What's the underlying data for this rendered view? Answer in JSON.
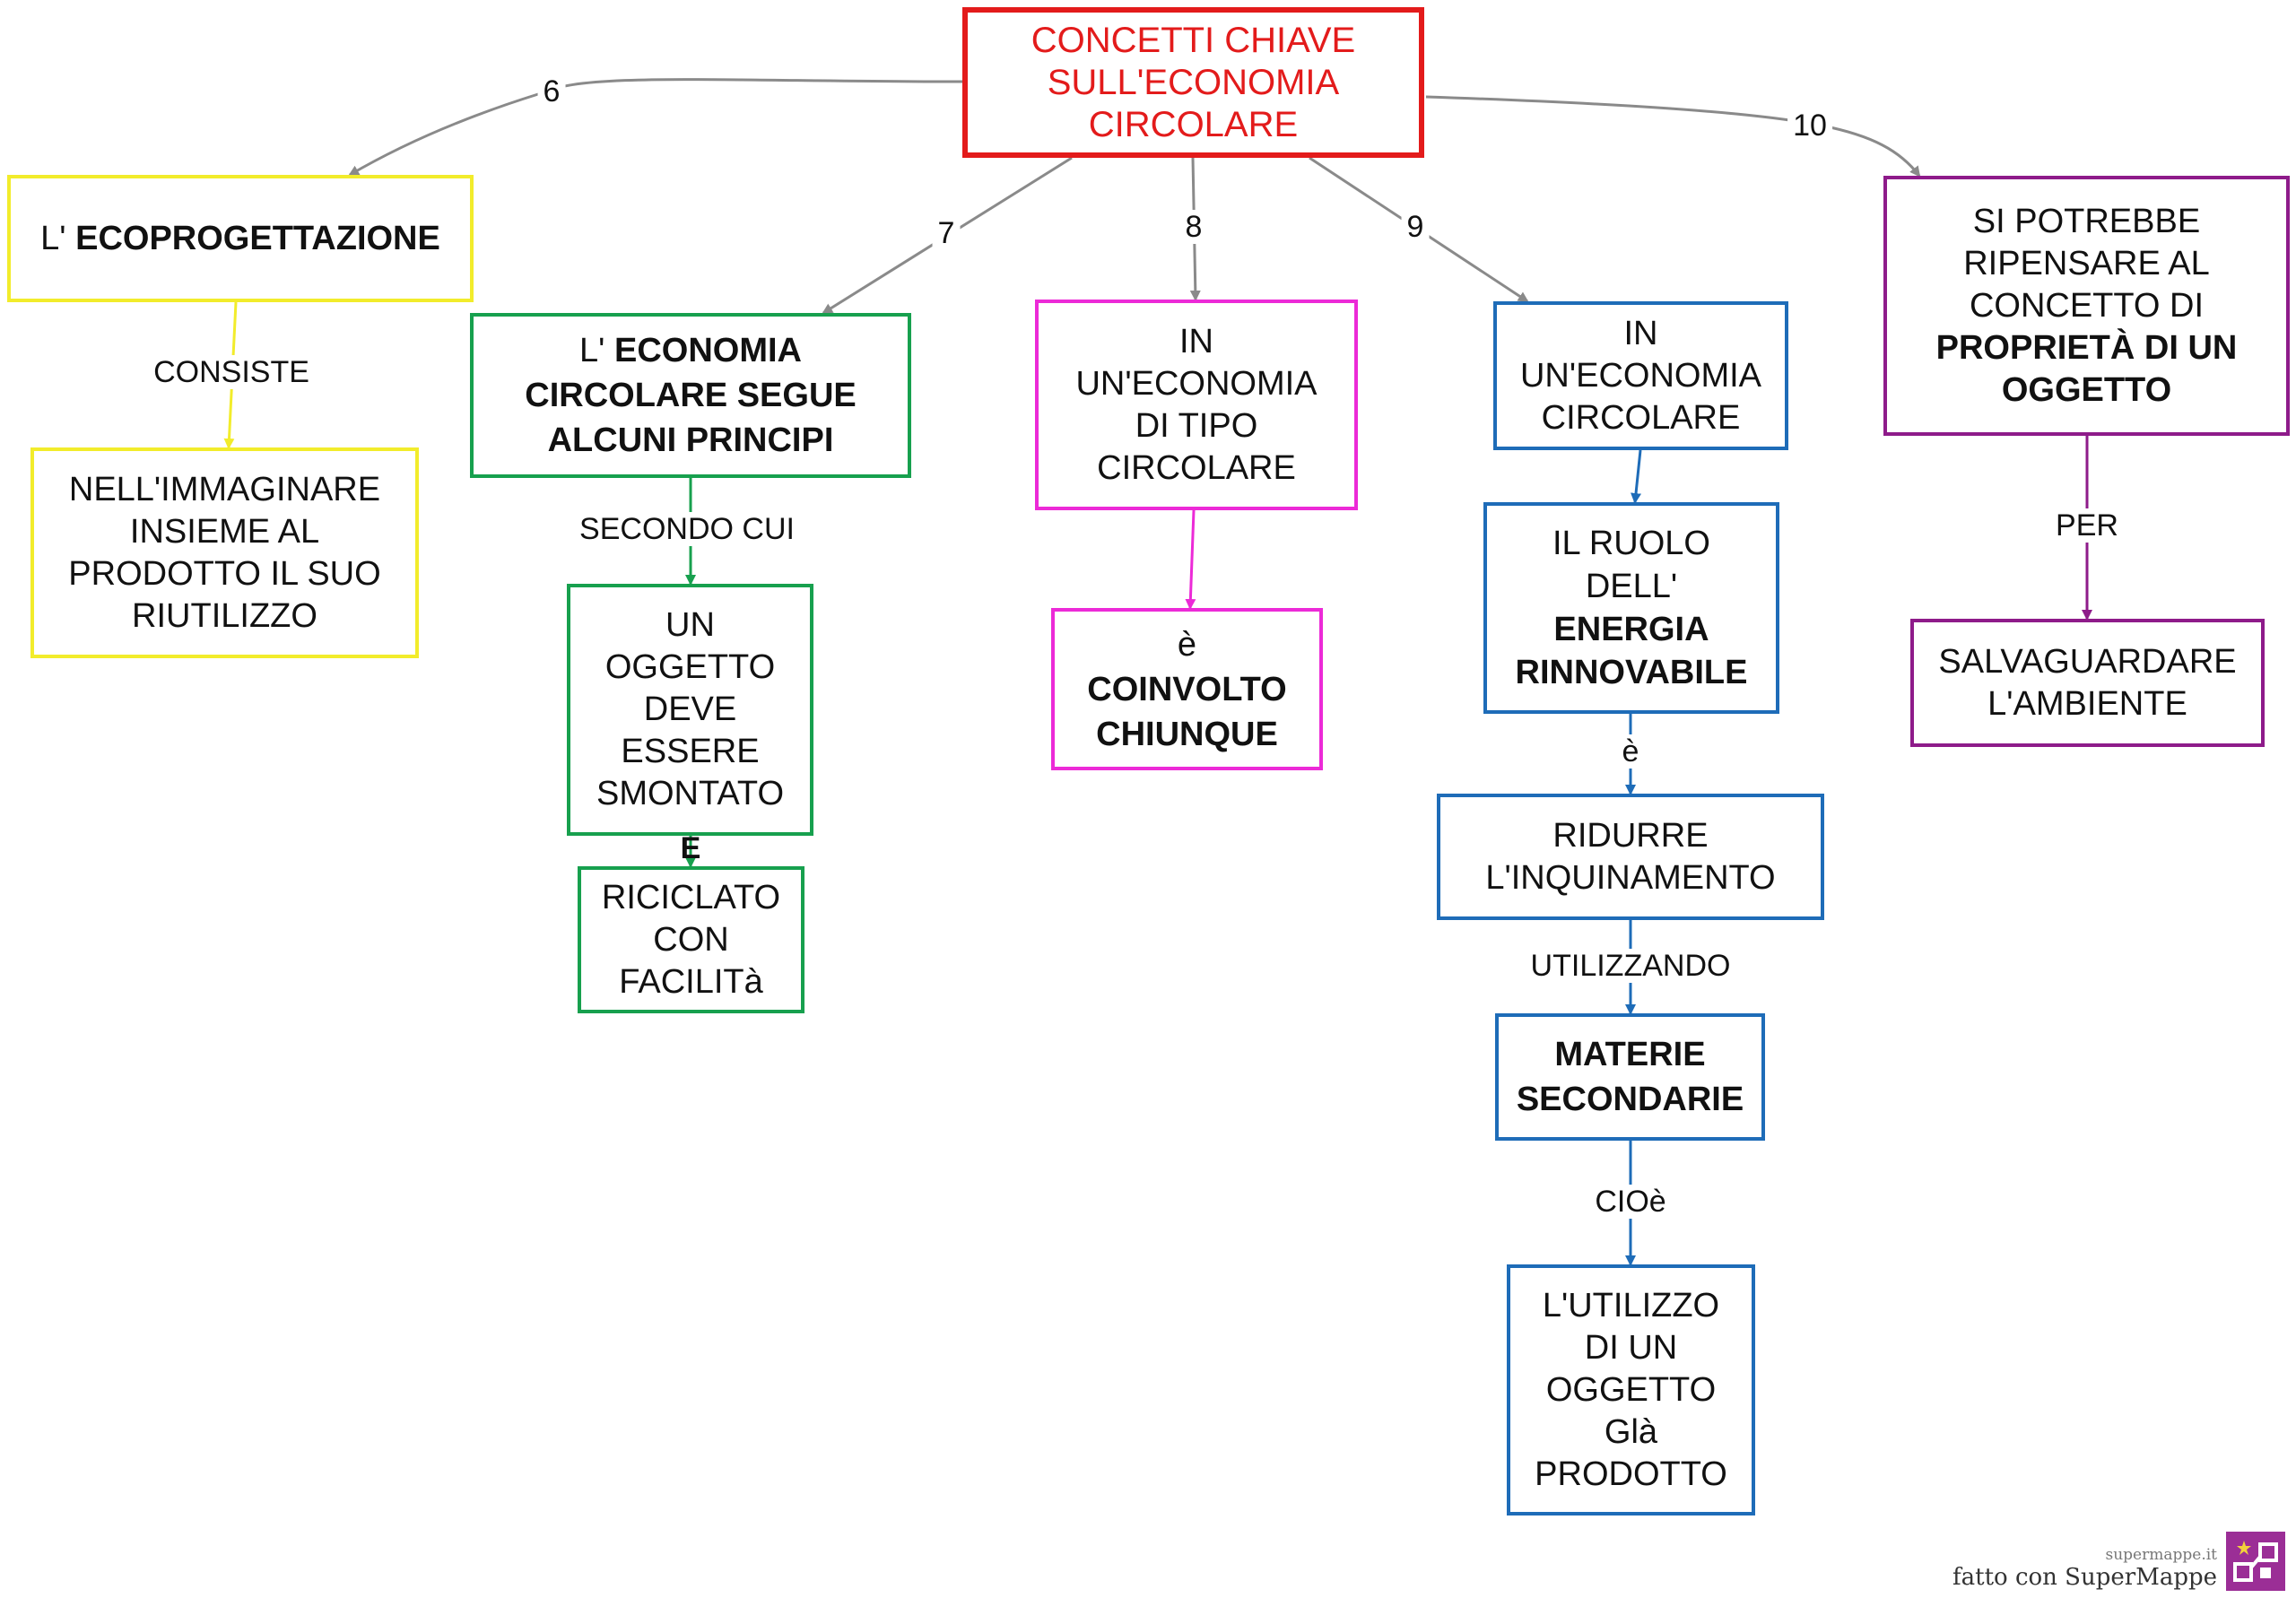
{
  "nodes": {
    "root": [
      "CONCETTI CHIAVE",
      "SULL'ECONOMIA",
      "CIRCOLARE"
    ],
    "ecoprog": {
      "prefix": "L'",
      "bold": "ECOPROGETTAZIONE"
    },
    "immaginare": [
      "NELL'IMMAGINARE",
      "INSIEME AL",
      "PRODOTTO IL SUO",
      "RIUTILIZZO"
    ],
    "principi": {
      "prefix": "L'",
      "bold_lines": [
        "ECONOMIA",
        "CIRCOLARE  SEGUE",
        "ALCUNI  PRINCIPI"
      ]
    },
    "oggetto": [
      "UN",
      "OGGETTO",
      "DEVE",
      "ESSERE",
      "SMONTATO"
    ],
    "riciclato": [
      "RICICLATO",
      "CON",
      "FACILITà"
    ],
    "tipo_circolare": [
      "IN",
      "UN'ECONOMIA",
      "DI TIPO",
      "CIRCOLARE"
    ],
    "coinvolto": {
      "normal": "è",
      "bold_lines": [
        "COINVOLTO",
        "CHIUNQUE"
      ]
    },
    "economia_circ": [
      "IN",
      "UN'ECONOMIA",
      "CIRCOLARE"
    ],
    "ruolo": {
      "normal_lines": [
        "IL RUOLO",
        "DELL'"
      ],
      "bold_lines": [
        "ENERGIA",
        "RINNOVABILE"
      ]
    },
    "ridurre": [
      "RIDURRE",
      "L'INQUINAMENTO"
    ],
    "materie": {
      "bold_lines": [
        "MATERIE",
        "SECONDARIE"
      ]
    },
    "utilizzo": [
      "L'UTILIZZO",
      "DI UN",
      "OGGETTO",
      "Glà",
      "PRODOTTO"
    ],
    "proprieta": {
      "normal_lines": [
        "SI POTREBBE",
        "RIPENSARE AL",
        "CONCETTO DI"
      ],
      "bold_lines": [
        "PROPRIETÀ  DI UN",
        "OGGETTO"
      ]
    },
    "salvaguardare": [
      "SALVAGUARDARE",
      "L'AMBIENTE"
    ]
  },
  "edge_labels": {
    "e6": "6",
    "e7": "7",
    "e8": "8",
    "e9": "9",
    "e10": "10",
    "consiste": "CONSISTE",
    "secondo_cui": "SECONDO CUI",
    "e": "E",
    "e_ruolo": "è",
    "utilizzando": "UTILIZZANDO",
    "cioe": "CIOè",
    "per": "PER"
  },
  "colors": {
    "root": "#e31b1b",
    "yellow": "#f2ec2b",
    "green": "#17a04e",
    "pink": "#ec2ad7",
    "blue": "#1e6cb8",
    "purple": "#8e1b8a",
    "connector": "#8a8a8a"
  },
  "footer": {
    "site": "supermappe.it",
    "credit": "fatto con SuperMappe"
  }
}
